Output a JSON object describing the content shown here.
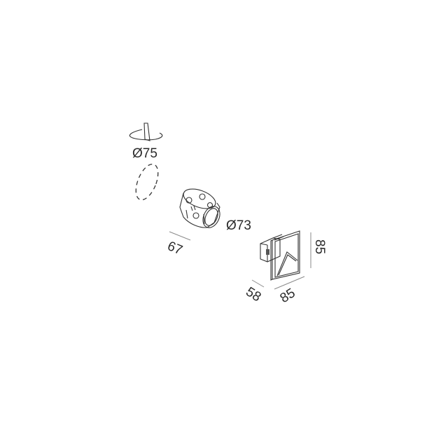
{
  "diagram": {
    "type": "technical installation drawing",
    "background": "#ffffff",
    "line_color": "#333333",
    "dimension_line_color": "#8a8a8a",
    "parts": [
      {
        "id": "drill-hole",
        "description": "cutout / hole symbol",
        "label": "Ø75"
      },
      {
        "id": "cutout-outline",
        "description": "dashed elliptical cutout outline"
      },
      {
        "id": "flush-box",
        "description": "round flush-mounting box",
        "diameter_label": "Ø73",
        "depth_label": "67"
      },
      {
        "id": "luminaire",
        "description": "square recessed step light with triangular aperture",
        "height_label": "85",
        "width_label": "85",
        "depth_label": "58"
      }
    ]
  },
  "labels": {
    "hole_diameter": "Ø75",
    "box_diameter": "Ø73",
    "box_depth": "67",
    "lamp_height": "85",
    "lamp_width": "85",
    "lamp_depth": "58"
  }
}
